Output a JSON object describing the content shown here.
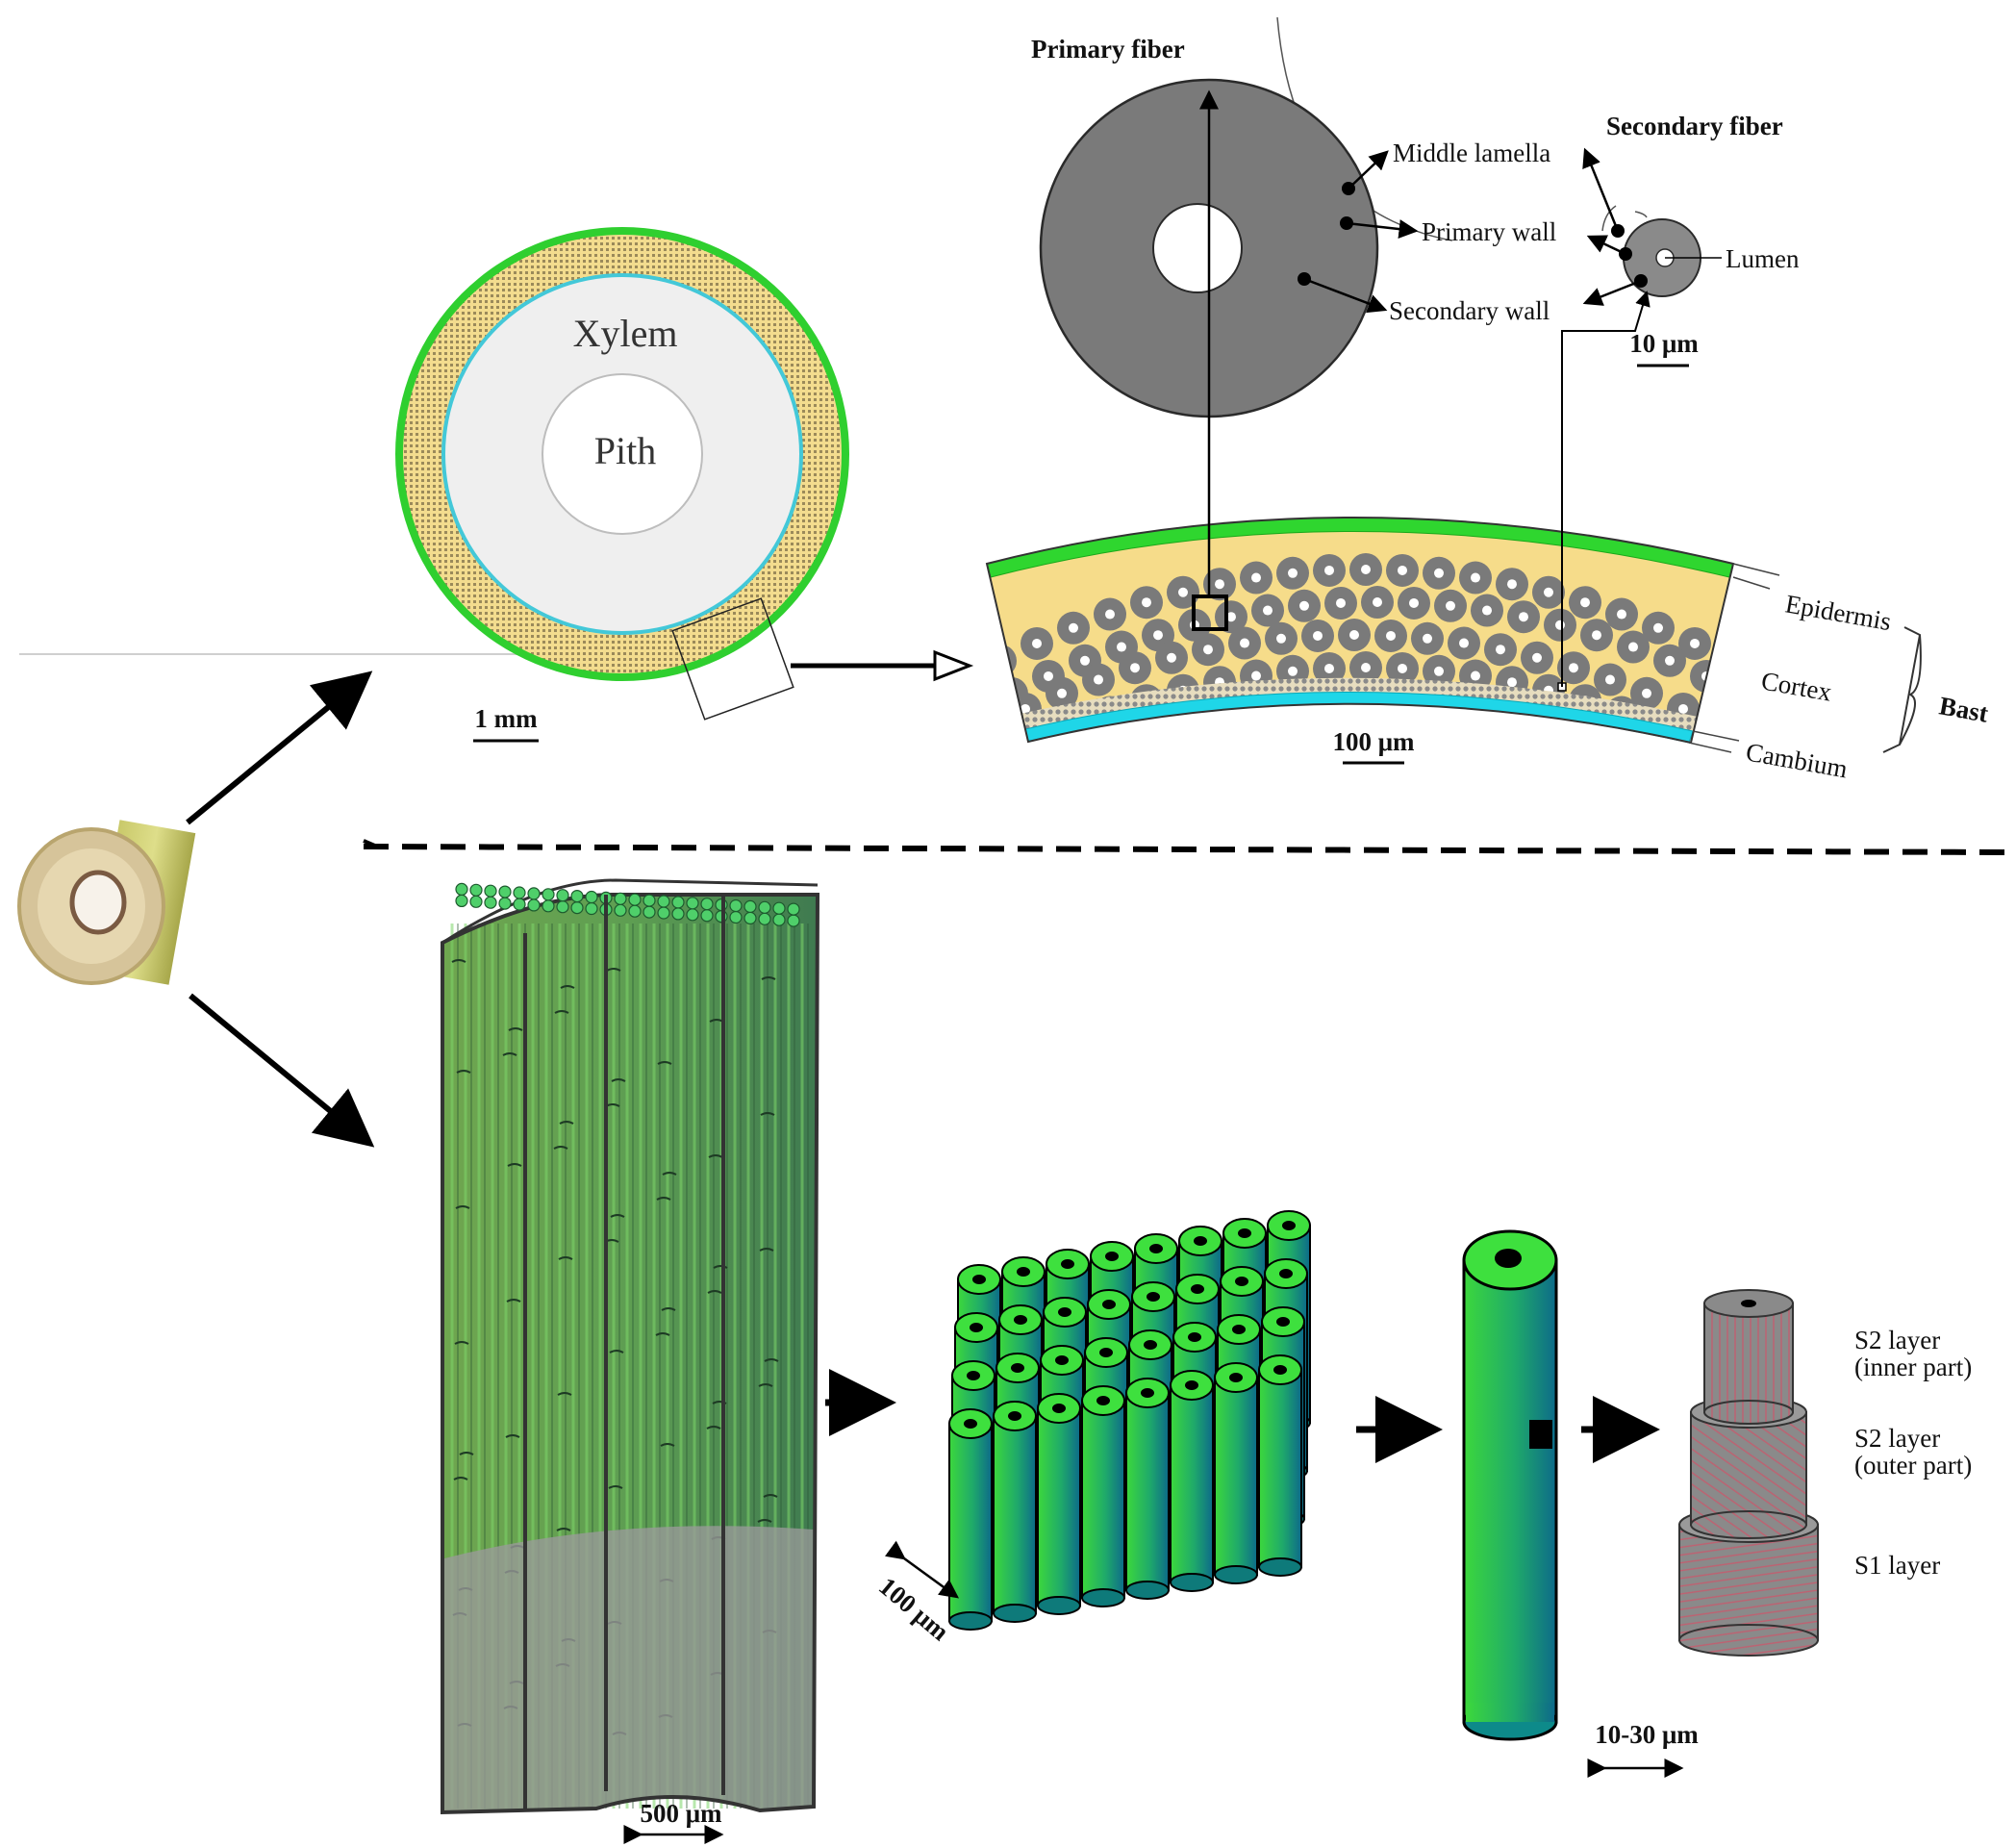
{
  "labels": {
    "xylem": "Xylem",
    "pith": "Pith",
    "scale_1mm": "1 mm",
    "primary_fiber": "Primary fiber",
    "secondary_fiber": "Secondary fiber",
    "middle_lamella": "Middle lamella",
    "primary_wall": "Primary wall",
    "secondary_wall": "Secondary wall",
    "lumen": "Lumen",
    "scale_10um": "10 μm",
    "epidermis": "Epidermis",
    "cortex": "Cortex",
    "cambium": "Cambium",
    "bast": "Bast",
    "scale_100um_cs": "100 μm",
    "scale_500um": "500 μm",
    "scale_100um_bundle": "100 μm",
    "scale_10_30um": "10-30 μm",
    "s2_inner_1": "S2 layer",
    "s2_inner_2": "(inner part)",
    "s2_outer_1": "S2 layer",
    "s2_outer_2": "(outer part)",
    "s1": "S1 layer"
  },
  "colors": {
    "epidermis": "#33d633",
    "cambium": "#1fd6e8",
    "cortex": "#f6dc8a",
    "fiber": "#7a7a7a",
    "xylem": "#efefef",
    "fiber_green": "#2fd12f",
    "layer_red": "#c06070"
  }
}
